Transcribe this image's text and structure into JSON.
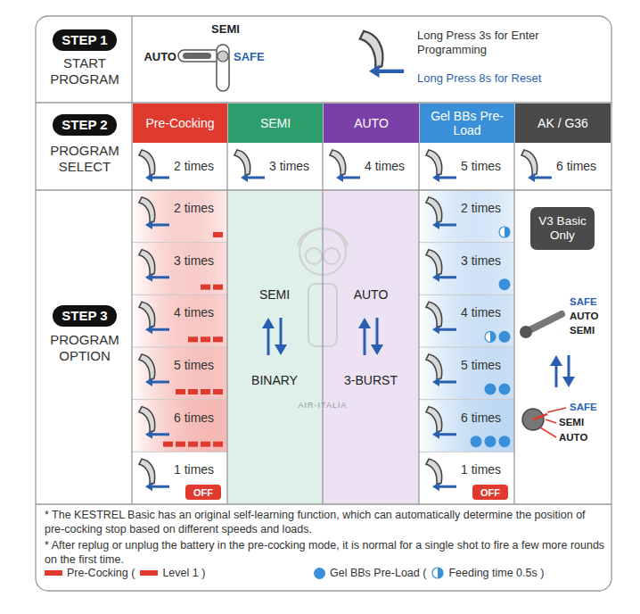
{
  "diagram": {
    "nodes": [
      {
        "text": [
          "STEP 1"
        ]
      },
      {
        "text": [
          "STEP 2"
        ]
      },
      {
        "text": [
          "Pre-Cocking"
        ]
      },
      {
        "text": [
          "SEMI"
        ]
      },
      {
        "text": [
          "AUTO"
        ]
      },
      {
        "text": [
          "Gel BBs Pre-Load"
        ]
      },
      {
        "text": [
          "AK / G36"
        ]
      },
      {
        "text": [
          "STEP 3"
        ]
      },
      {
        "text": [
          "V3 Basic Only"
        ]
      },
      {
        "text": [
          "OFF"
        ]
      },
      {
        "text": [
          "OFF"
        ]
      }
    ],
    "labels": [
      "START PROGRAM",
      "SEMI",
      "AUTO",
      "SAFE",
      "Long Press 3s for Enter Programming",
      "Long Press 8s for Reset",
      "PROGRAM SELECT",
      "2 times",
      "3 times",
      "4 times",
      "5 times",
      "6 times",
      "PROGRAM OPTION",
      "2 times",
      "3 times",
      "4 times",
      "5 times",
      "6 times",
      "1 times",
      "SEMI",
      "BINARY",
      "AUTO",
      "3-BURST",
      "AIR-ITALIA",
      "2 times",
      "3 times",
      "4 times",
      "5 times",
      "6 times",
      "1 times",
      "SAFE",
      "AUTO",
      "SEMI",
      "SAFE",
      "SEMI",
      "AUTO",
      "* The KESTREL Basic has an original self-learning function, which can automatically determine the position of pre-cocking stop based on different speeds and loads.",
      "* After replug or unplug the battery in the pre-cocking mode, it is normal for a single shot to fire a few more rounds on the first time."
    ],
    "legend": [
      {
        "text": "Pre-Cocking (",
        "color": "#e03a2f"
      },
      {
        "text": "Level 1 )",
        "color": "#e03a2f"
      },
      {
        "text": "Gel BBs Pre-Load (",
        "color": "#3a8fd9"
      },
      {
        "text": "Feeding time 0.5s )"
      }
    ]
  }
}
